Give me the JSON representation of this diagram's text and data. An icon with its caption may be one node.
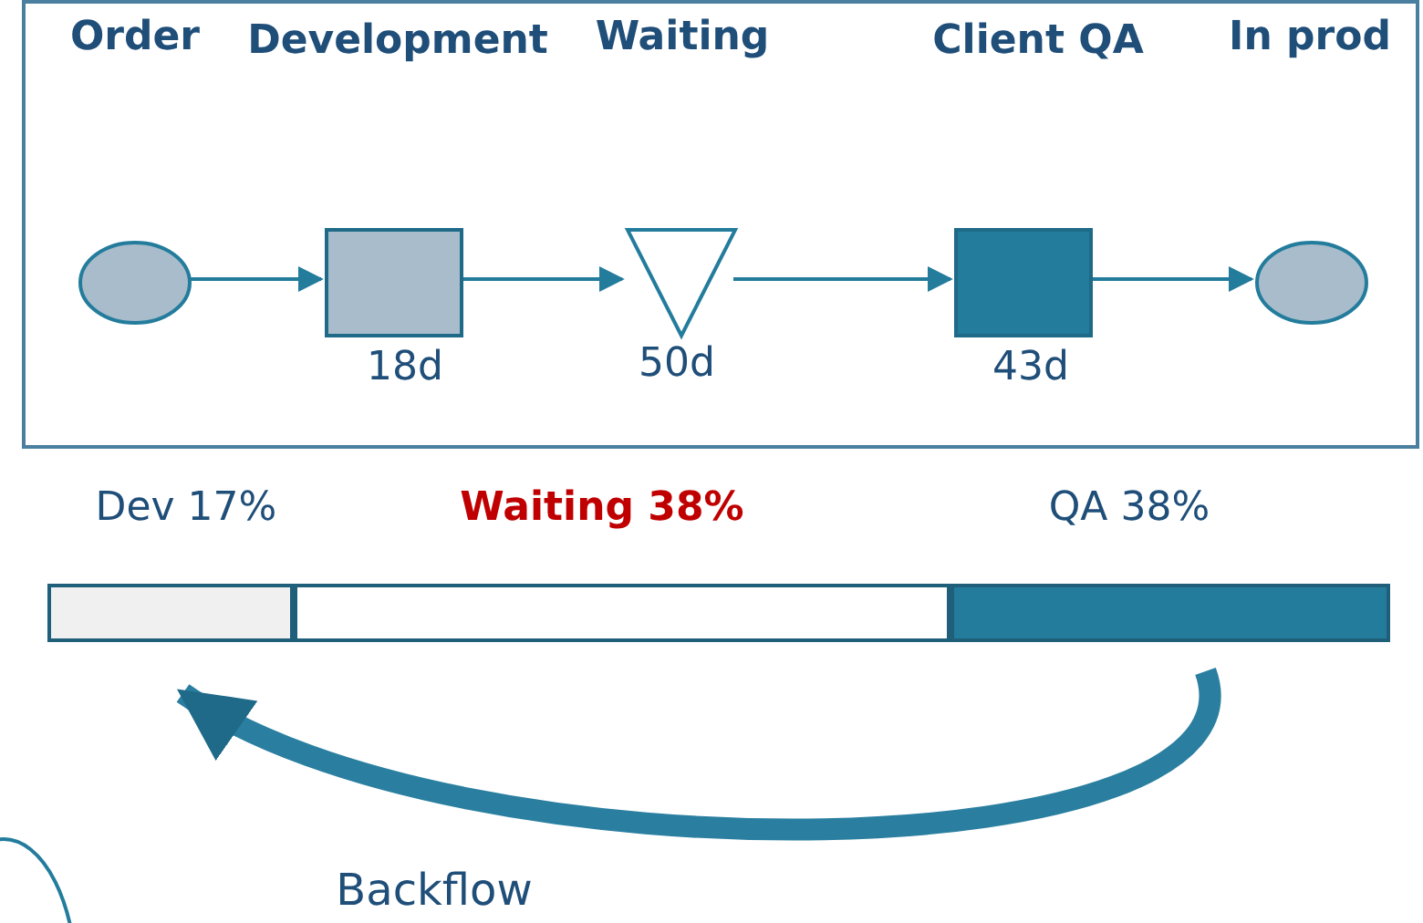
{
  "diagram": {
    "nodes": [
      {
        "text": [],
        "shape": "box"
      },
      {
        "text": [
          "Order"
        ],
        "in": 0
      },
      {
        "text": [
          "Development"
        ],
        "in": 0,
        "beside": [
          "18d"
        ]
      },
      {
        "text": [
          "Waiting"
        ],
        "in": 0,
        "beside": [
          "50d"
        ]
      },
      {
        "text": [
          "Client QA"
        ],
        "in": 0,
        "beside": [
          "43d"
        ]
      },
      {
        "text": [
          "In prod"
        ],
        "in": 0
      },
      {
        "text": [
          "Dev 17%"
        ]
      },
      {
        "text": [
          "Waiting 38%"
        ]
      },
      {
        "text": [
          "QA 38%"
        ]
      },
      {
        "text": [],
        "shape": "circle"
      }
    ],
    "edges": [
      {
        "from": 1,
        "to": 2,
        "arrow": "to"
      },
      {
        "from": 2,
        "to": 3,
        "arrow": "to"
      },
      {
        "from": 3,
        "to": 4,
        "arrow": "to"
      },
      {
        "from": 4,
        "to": 5,
        "arrow": "to"
      },
      {
        "from": 8,
        "to": 6,
        "arrow": "to",
        "label": "Backflow",
        "style": "thick"
      }
    ]
  }
}
